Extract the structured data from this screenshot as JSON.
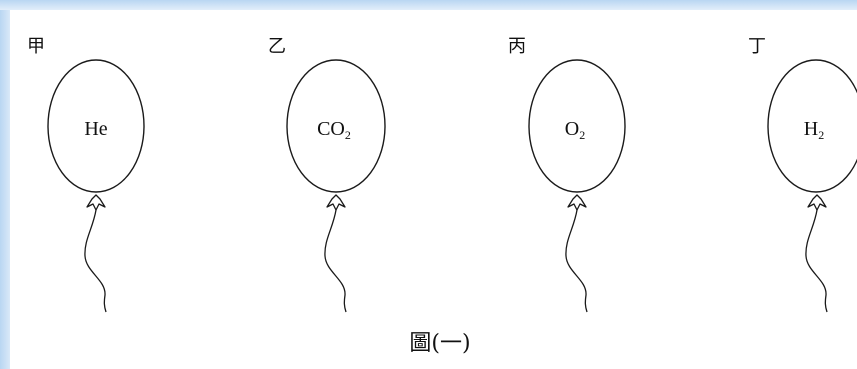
{
  "balloons": [
    {
      "label": "甲",
      "gas_main": "He",
      "gas_sub": ""
    },
    {
      "label": "乙",
      "gas_main": "CO",
      "gas_sub": "2"
    },
    {
      "label": "丙",
      "gas_main": "O",
      "gas_sub": "2"
    },
    {
      "label": "丁",
      "gas_main": "H",
      "gas_sub": "2"
    }
  ],
  "caption": "圖(一)",
  "colors": {
    "stroke": "#1a1a1a",
    "edge": "#b9d6f2"
  }
}
